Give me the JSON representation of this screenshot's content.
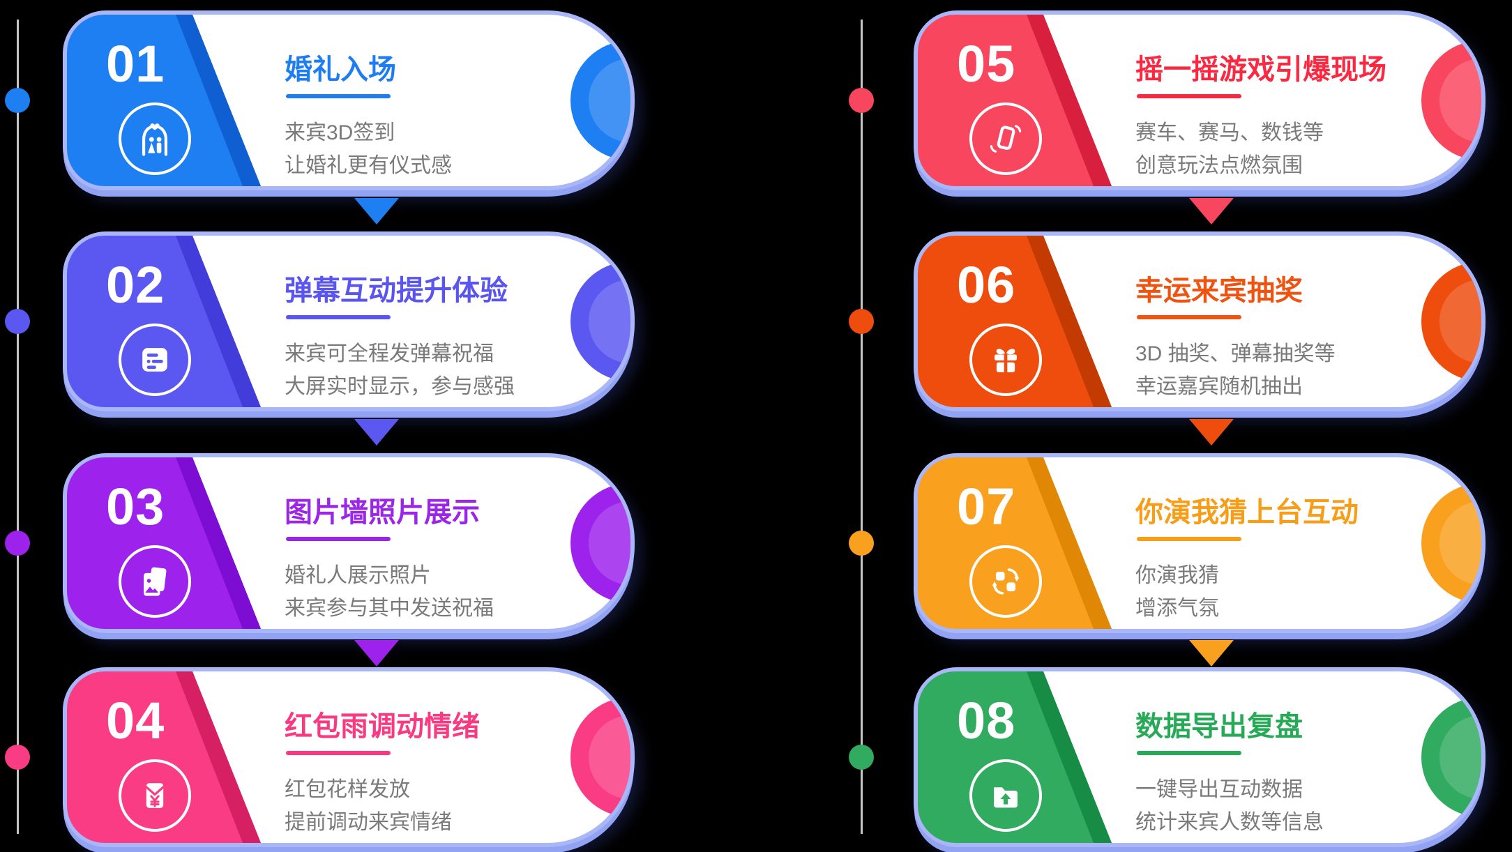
{
  "styles": {
    "background": "#000000",
    "card_background": "#ffffff",
    "card_border": "#a9b6f8",
    "card_border_shadow": "#93a3f4",
    "timeline_line": "#c6c6c6",
    "desc_color": "#7a7a7a",
    "number_color": "#ffffff"
  },
  "cards": [
    {
      "number": "01",
      "title": "婚礼入场",
      "desc_line1": "来宾3D签到",
      "desc_line2": "让婚礼更有仪式感",
      "icon": "wedding-arch-icon",
      "colors": {
        "main": "#1e7ff2",
        "bevel": "#0f5fd2",
        "title": "#1e7df0"
      }
    },
    {
      "number": "02",
      "title": "弹幕互动提升体验",
      "desc_line1": "来宾可全程发弹幕祝福",
      "desc_line2": "大屏实时显示，参与感强",
      "icon": "danmaku-message-icon",
      "colors": {
        "main": "#5b58f1",
        "bevel": "#413cda",
        "title": "#5a55ee"
      }
    },
    {
      "number": "03",
      "title": "图片墙照片展示",
      "desc_line1": "婚礼人展示照片",
      "desc_line2": "来宾参与其中发送祝福",
      "icon": "photo-wall-icon",
      "colors": {
        "main": "#9d22ec",
        "bevel": "#7e0dd4",
        "title": "#9b26e8"
      }
    },
    {
      "number": "04",
      "title": "红包雨调动情绪",
      "desc_line1": "红包花样发放",
      "desc_line2": "提前调动来宾情绪",
      "icon": "red-envelope-icon",
      "colors": {
        "main": "#fa3c84",
        "bevel": "#d72064",
        "title": "#f93a82"
      }
    },
    {
      "number": "05",
      "title": "摇一摇游戏引爆现场",
      "desc_line1": "赛车、赛马、数钱等",
      "desc_line2": "创意玩法点燃氛围",
      "icon": "shake-phone-icon",
      "colors": {
        "main": "#f9465f",
        "bevel": "#d81f3d",
        "title": "#fa2840"
      }
    },
    {
      "number": "06",
      "title": "幸运来宾抽奖",
      "desc_line1": "3D 抽奖、弹幕抽奖等",
      "desc_line2": "幸运嘉宾随机抽出",
      "icon": "gift-box-icon",
      "colors": {
        "main": "#ee4d0e",
        "bevel": "#c43a03",
        "title": "#f05210"
      }
    },
    {
      "number": "07",
      "title": "你演我猜上台互动",
      "desc_line1": "你演我猜",
      "desc_line2": "增添气氛",
      "icon": "swap-arrows-icon",
      "colors": {
        "main": "#f9a01e",
        "bevel": "#e08806",
        "title": "#f89d18"
      }
    },
    {
      "number": "08",
      "title": "数据导出复盘",
      "desc_line1": "一键导出互动数据",
      "desc_line2": "统计来宾人数等信息",
      "icon": "export-folder-icon",
      "colors": {
        "main": "#30ab60",
        "bevel": "#178c45",
        "title": "#28a957"
      }
    }
  ]
}
